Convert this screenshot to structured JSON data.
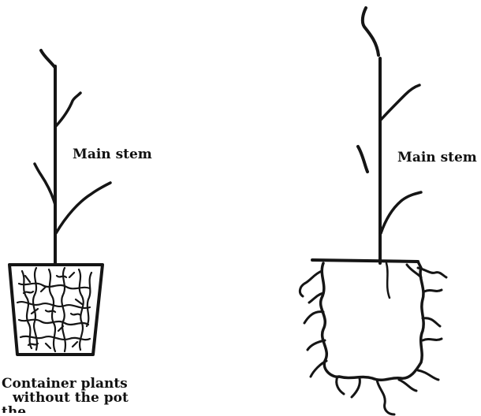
{
  "labels": {
    "left_stem": "Main stem",
    "right_stem": "Main stem"
  },
  "caption": {
    "line1": "Container plants",
    "line2": "without the pot",
    "line3": "the"
  }
}
